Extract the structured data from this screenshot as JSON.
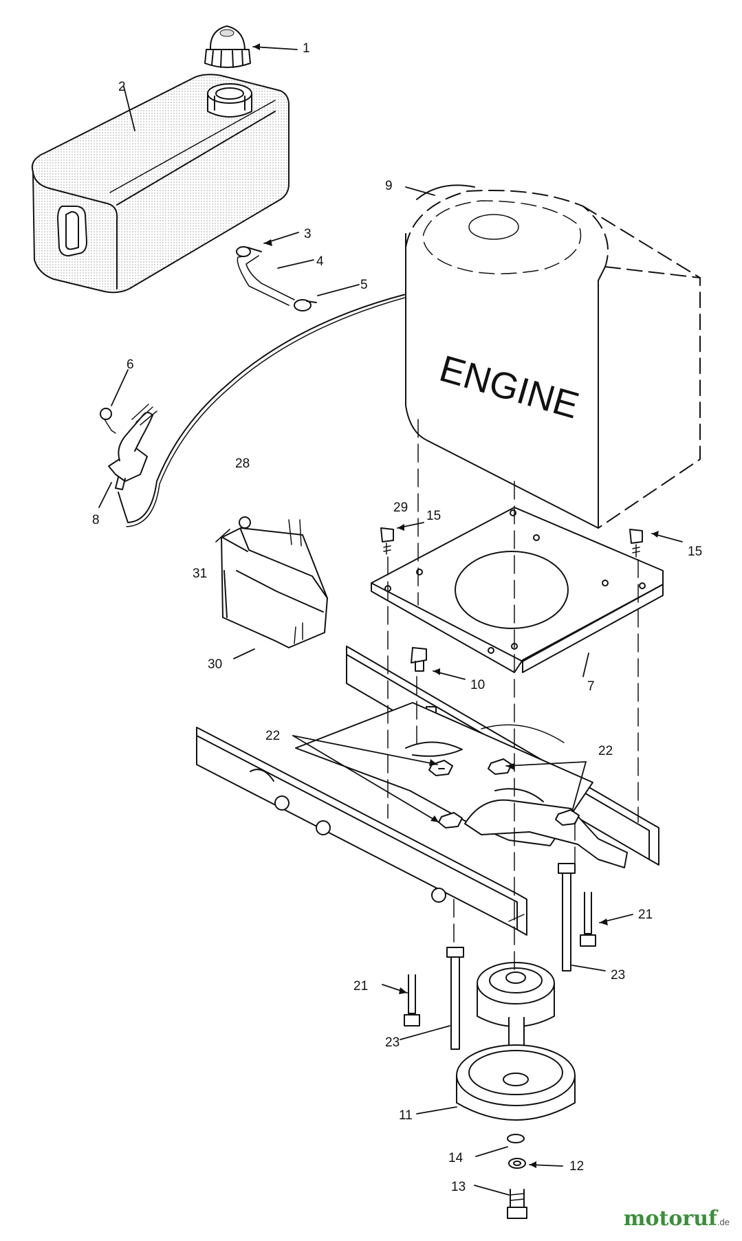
{
  "engine_label": "ENGINE",
  "callouts": [
    "1",
    "2",
    "3",
    "4",
    "5",
    "6",
    "7",
    "8",
    "9",
    "10",
    "11",
    "12",
    "13",
    "14",
    "15",
    "15",
    "21",
    "21",
    "22",
    "22",
    "23",
    "23",
    "28",
    "29",
    "30",
    "31"
  ],
  "watermark": {
    "text": "motoruf",
    "suffix": ".de",
    "color": "#3a8f3a"
  },
  "colors": {
    "line": "#111111",
    "tank_fill": "#e8e8e8"
  }
}
